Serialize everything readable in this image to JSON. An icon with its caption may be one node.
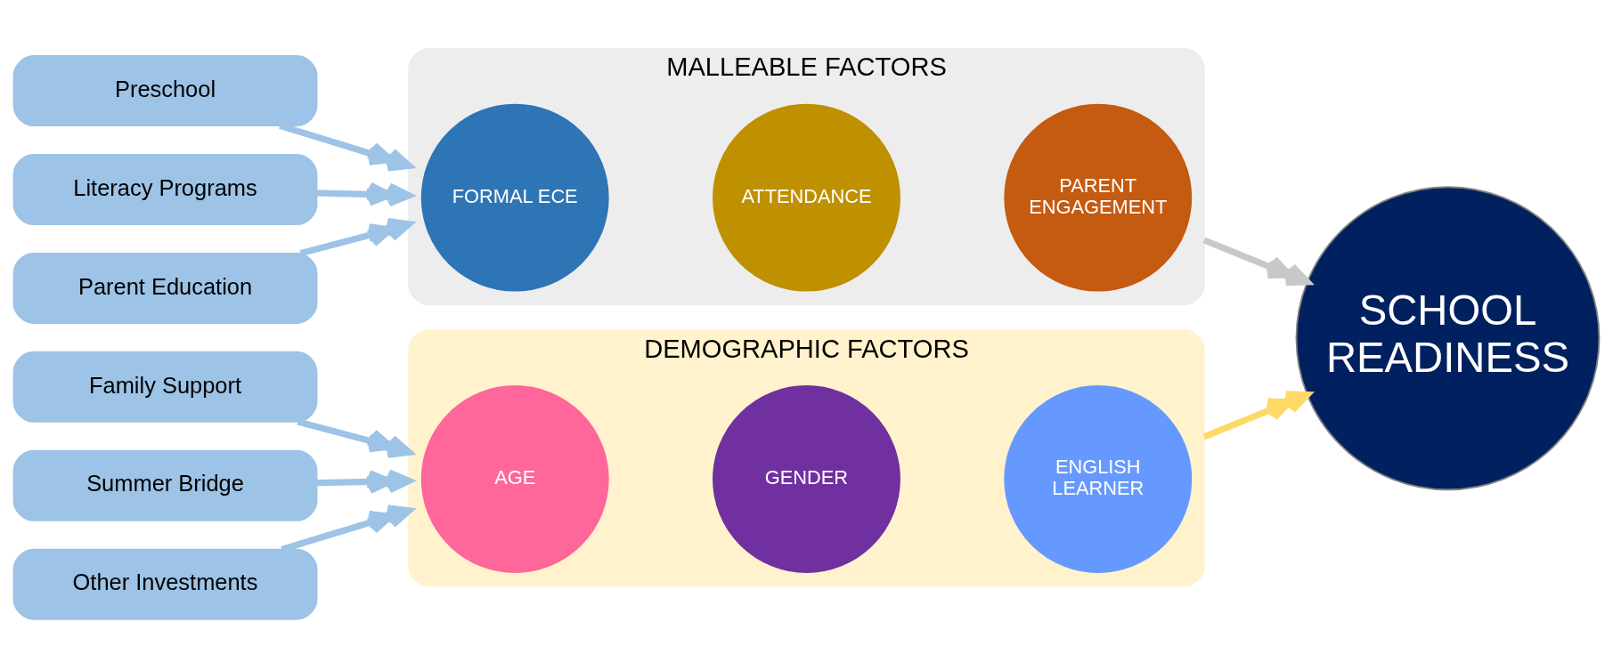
{
  "diagram": {
    "nodes": [
      {
        "text": [
          "Preschool"
        ]
      },
      {
        "text": [
          "Literacy Programs"
        ]
      },
      {
        "text": [
          "Parent Education"
        ]
      },
      {
        "text": [
          "Family Support"
        ]
      },
      {
        "text": [
          "Summer Bridge"
        ]
      },
      {
        "text": [
          "Other Investments"
        ]
      },
      {
        "text": [
          "MALLEABLE FACTORS"
        ]
      },
      {
        "text": [
          "FORMAL ECE"
        ],
        "in": 6
      },
      {
        "text": [
          "ATTENDANCE"
        ],
        "in": 6
      },
      {
        "text": [
          "PARENT ENGAGEMENT"
        ],
        "in": 6
      },
      {
        "text": [
          "DEMOGRAPHIC FACTORS"
        ]
      },
      {
        "text": [
          "AGE"
        ],
        "in": 10
      },
      {
        "text": [
          "GENDER"
        ],
        "in": 10
      },
      {
        "text": [
          "ENGLISH LEARNER"
        ],
        "in": 10
      },
      {
        "text": [
          "SCHOOL READINESS"
        ]
      }
    ],
    "edges": [
      {
        "from": 0,
        "to": 6,
        "arrow": "to"
      },
      {
        "from": 1,
        "to": 6,
        "arrow": "to"
      },
      {
        "from": 2,
        "to": 6,
        "arrow": "to"
      },
      {
        "from": 3,
        "to": 10,
        "arrow": "to"
      },
      {
        "from": 4,
        "to": 10,
        "arrow": "to"
      },
      {
        "from": 5,
        "to": 10,
        "arrow": "to"
      },
      {
        "from": 6,
        "to": 14,
        "arrow": "to",
        "color": "#c8c8c8"
      },
      {
        "from": 10,
        "to": 14,
        "arrow": "to",
        "color": "#ffd966"
      }
    ]
  }
}
